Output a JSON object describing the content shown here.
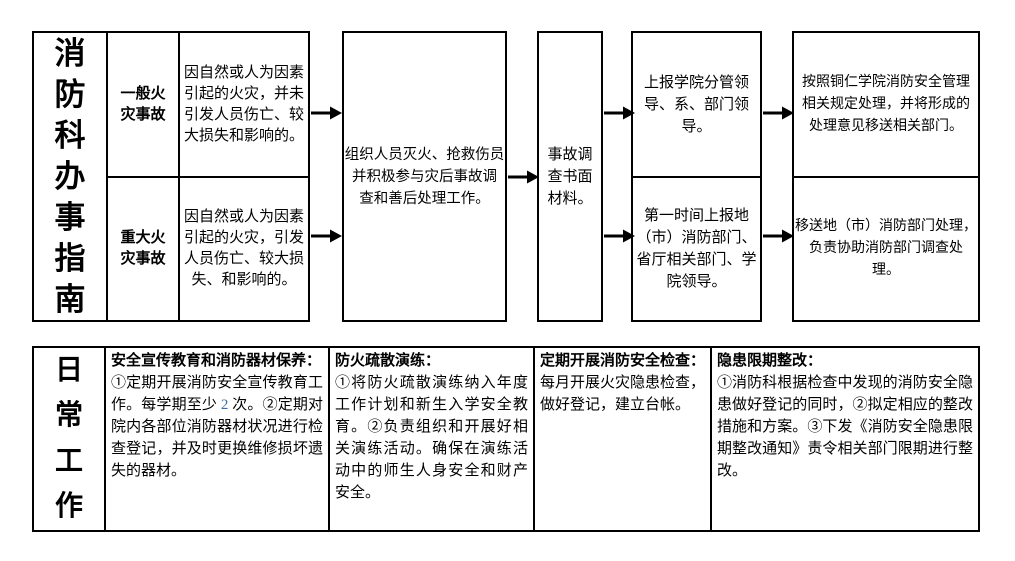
{
  "colors": {
    "background": "#ffffff",
    "border": "#000000",
    "text": "#000000",
    "number_highlight": "#3a6ea5"
  },
  "top_section": {
    "side_label": "消防科办事指南",
    "rows": [
      {
        "type": "一般火灾事故",
        "desc": "因自然或人为因素\n引起的火灾，并未\n引发人员伤亡、较\n大损失和影响的。"
      },
      {
        "type": "重大火灾事故",
        "desc": "因自然或人为因素\n引起的火灾，引发\n人员伤亡、较大损\n失、和影响的。"
      }
    ],
    "action_box": "组织人员灭火、抢救伤员\n并积极参与灾后事故调\n查和善后处理工作。",
    "material_box": "事故调\n查书面\n材料。",
    "report_boxes": [
      "上报学院分管领\n导、系、部门领\n导。",
      "第一时间上报地\n（市）消防部门、\n省厅相关部门、学\n院领导。"
    ],
    "final_boxes": [
      "按照铜仁学院消防安全管理\n相关规定处理，并将形成的\n处理意见移送相关部门。",
      "移送地（市）消防部门处理，\n负责协助消防部门调查处\n理。"
    ]
  },
  "bottom_section": {
    "side_label": "日常工作",
    "columns": [
      {
        "header": "安全宣传教育和消防器材保养：",
        "body_pre": "①定期开展消防安全宣传教育工作。每学期至少 ",
        "num": "2",
        "body_post": " 次。②定期对院内各部位消防器材状况进行检查登记，并及时更换维修损坏遗失的器材。"
      },
      {
        "header": "防火疏散演练：",
        "body": "①将防火疏散演练纳入年度工作计划和新生入学安全教育。②负责组织和开展好相关演练活动。确保在演练活动中的师生人身安全和财产安全。"
      },
      {
        "header": "定期开展消防安全检查：",
        "body": "每月开展火灾隐患检查，做好登记，建立台帐。"
      },
      {
        "header": "隐患限期整改：",
        "body": "①消防科根据检查中发现的消防安全隐患做好登记的同时，②拟定相应的整改措施和方案。③下发《消防安全隐患限期整改通知》责令相关部门限期进行整改。"
      }
    ]
  }
}
